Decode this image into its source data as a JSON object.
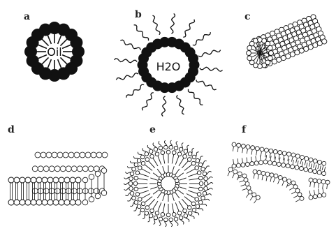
{
  "figure": {
    "panels": [
      {
        "id": "a",
        "label": "a",
        "structure": "micelle",
        "core_text": "Oil"
      },
      {
        "id": "b",
        "label": "b",
        "structure": "reverse-micelle",
        "core_text": "H2O"
      },
      {
        "id": "c",
        "label": "c",
        "structure": "cylindrical-micelle"
      },
      {
        "id": "d",
        "label": "d",
        "structure": "lamellar-bilayer"
      },
      {
        "id": "e",
        "label": "e",
        "structure": "vesicle"
      },
      {
        "id": "f",
        "label": "f",
        "structure": "bicontinuous-sponge"
      }
    ],
    "colors": {
      "ink": "#111111",
      "background": "#ffffff"
    }
  }
}
